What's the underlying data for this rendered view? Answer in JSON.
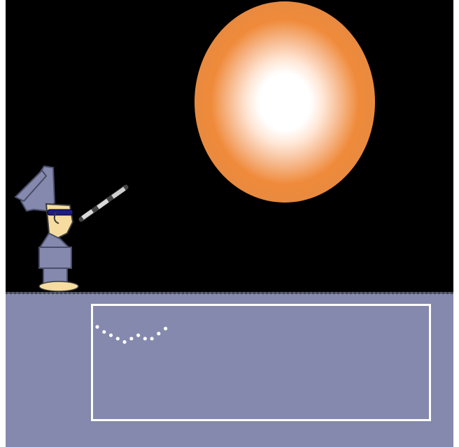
{
  "scene": {
    "sky_color": "#000000",
    "ground_color": "#8489ad",
    "sun_colors": [
      "#ffffff",
      "#ef8a3a"
    ],
    "figure_icon": "astronomer-with-telescope-icon"
  },
  "light_curve": {
    "points": [
      1.0,
      0.7,
      0.5,
      0.3,
      0.1,
      0.3,
      0.5,
      0.3,
      0.3,
      0.6,
      0.9
    ],
    "fraction_drawn": 0.22
  }
}
